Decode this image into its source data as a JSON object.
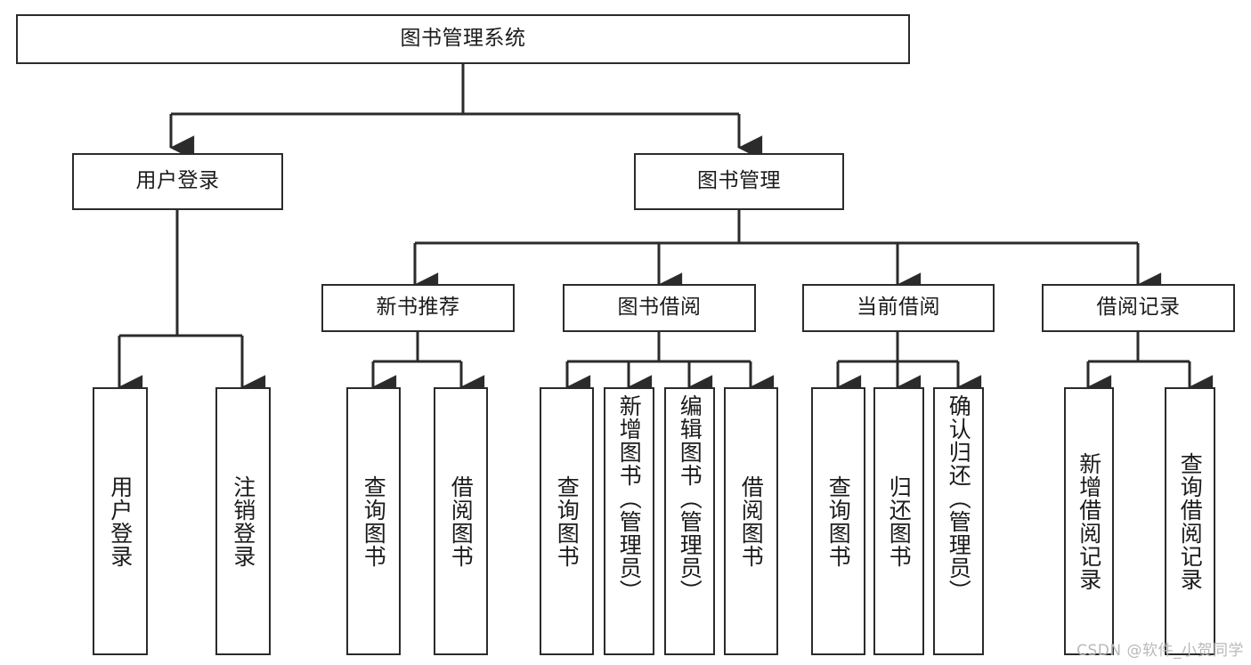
{
  "diagram": {
    "type": "tree",
    "title": "图书管理系统",
    "orientation": "top-down",
    "watermark": "CSDN @软件_小贺同学",
    "colors": {
      "background": "#ffffff",
      "border": "#2b2b2b",
      "connector": "#2b2b2b",
      "text": "#1b1b1b",
      "watermark": "#b9b9b9"
    },
    "nodes": {
      "root": {
        "label": "图书管理系统",
        "level": 1
      },
      "user_login": {
        "label": "用户登录",
        "level": 2
      },
      "book_manage": {
        "label": "图书管理",
        "level": 2
      },
      "new_book_rec": {
        "label": "新书推荐",
        "level": 3
      },
      "book_borrow": {
        "label": "图书借阅",
        "level": 3
      },
      "current_borrow": {
        "label": "当前借阅",
        "level": 3
      },
      "borrow_record": {
        "label": "借阅记录",
        "level": 3
      },
      "leaf_user_login": {
        "label": "用户登录",
        "level": 3
      },
      "leaf_logout": {
        "label": "注销登录",
        "level": 3
      },
      "leaf_query_book_1": {
        "label": "查询图书",
        "level": 4
      },
      "leaf_borrow_book_1": {
        "label": "借阅图书",
        "level": 4
      },
      "leaf_query_book_2": {
        "label": "查询图书",
        "level": 4
      },
      "leaf_add_book": {
        "label": "新增图书（管理员）",
        "level": 4
      },
      "leaf_edit_book": {
        "label": "编辑图书（管理员）",
        "level": 4
      },
      "leaf_borrow_book_2": {
        "label": "借阅图书",
        "level": 4
      },
      "leaf_query_book_3": {
        "label": "查询图书",
        "level": 4
      },
      "leaf_return_book": {
        "label": "归还图书",
        "level": 4
      },
      "leaf_confirm_return": {
        "label": "确认归还（管理员）",
        "level": 4
      },
      "leaf_add_record": {
        "label": "新增借阅记录",
        "level": 4
      },
      "leaf_query_record": {
        "label": "查询借阅记录",
        "level": 4
      }
    },
    "edges": [
      {
        "from": "root",
        "to": "user_login"
      },
      {
        "from": "root",
        "to": "book_manage"
      },
      {
        "from": "user_login",
        "to": "leaf_user_login"
      },
      {
        "from": "user_login",
        "to": "leaf_logout"
      },
      {
        "from": "book_manage",
        "to": "new_book_rec"
      },
      {
        "from": "book_manage",
        "to": "book_borrow"
      },
      {
        "from": "book_manage",
        "to": "current_borrow"
      },
      {
        "from": "book_manage",
        "to": "borrow_record"
      },
      {
        "from": "new_book_rec",
        "to": "leaf_query_book_1"
      },
      {
        "from": "new_book_rec",
        "to": "leaf_borrow_book_1"
      },
      {
        "from": "book_borrow",
        "to": "leaf_query_book_2"
      },
      {
        "from": "book_borrow",
        "to": "leaf_add_book"
      },
      {
        "from": "book_borrow",
        "to": "leaf_edit_book"
      },
      {
        "from": "book_borrow",
        "to": "leaf_borrow_book_2"
      },
      {
        "from": "current_borrow",
        "to": "leaf_query_book_3"
      },
      {
        "from": "current_borrow",
        "to": "leaf_return_book"
      },
      {
        "from": "current_borrow",
        "to": "leaf_confirm_return"
      },
      {
        "from": "borrow_record",
        "to": "leaf_add_record"
      },
      {
        "from": "borrow_record",
        "to": "leaf_query_record"
      }
    ]
  }
}
